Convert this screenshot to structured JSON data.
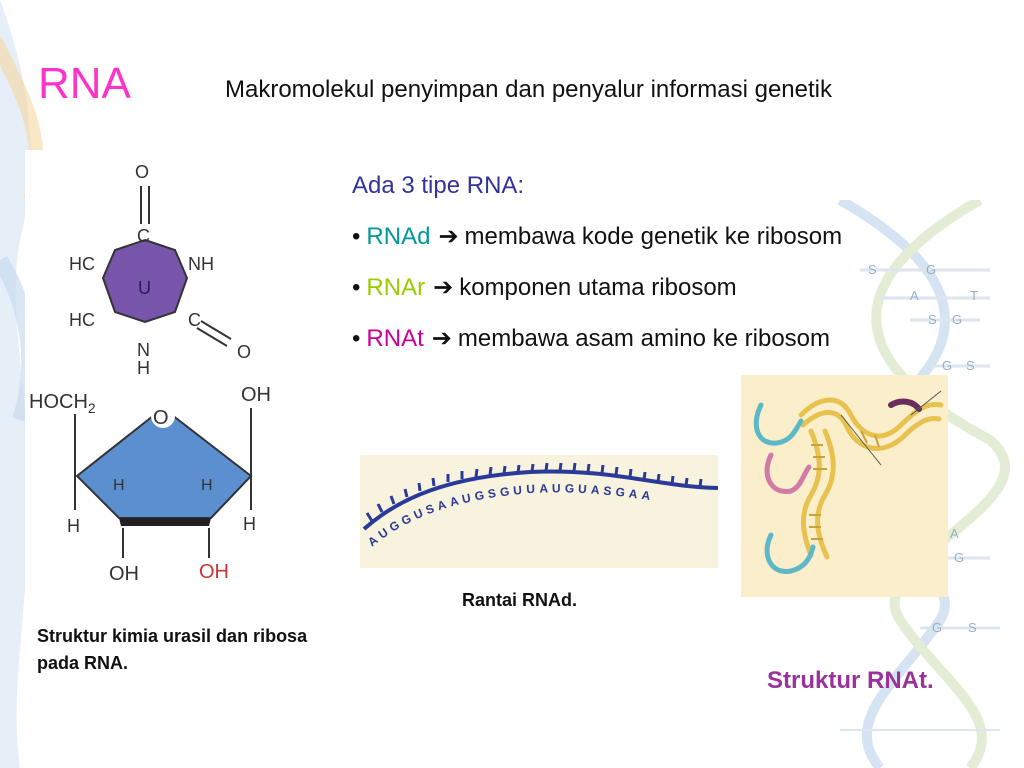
{
  "slide": {
    "title": "RNA",
    "subtitle": "Makromolekul penyimpan dan penyalur informasi genetik",
    "intro": "Ada 3 tipe RNA:",
    "bullets": [
      {
        "term": "RNAd",
        "text": "membawa kode genetik ke ribosom"
      },
      {
        "term": "RNAr",
        "text": "komponen utama ribosom"
      },
      {
        "term": "RNAt",
        "text": "membawa asam amino ke ribosom"
      }
    ]
  },
  "figures": {
    "uracil_ribose": {
      "caption": "Struktur kimia urasil dan ribosa pada RNA.",
      "atoms": {
        "o_top": "O",
        "c_top": "C",
        "hc_upper": "HC",
        "nh": "NH",
        "u": "U",
        "hc_lower": "HC",
        "c_right": "C",
        "o_right": "O",
        "n_bottom": "N",
        "h_bottom": "H",
        "hoch2": "HOCH",
        "hoch2_sub": "2",
        "o_ring": "O",
        "oh_top": "OH",
        "h_left": "H",
        "h_right": "H",
        "h_in_left": "H",
        "h_in_right": "H",
        "oh_bottom_left": "OH",
        "oh_bottom_right": "OH"
      }
    },
    "rnad": {
      "caption": "Rantai RNAd.",
      "sequence": "AUGGUSAAUGSGUUAUGUASGAA"
    },
    "rnat": {
      "caption": "Struktur RNAt."
    }
  },
  "background": {
    "dna_letters": [
      "S",
      "G",
      "A",
      "T",
      "S",
      "G",
      "G",
      "S",
      "A",
      "G",
      "G",
      "S"
    ]
  },
  "colors": {
    "title": "#ff33cc",
    "intro": "#333399",
    "rnad_term": "#009999",
    "rnar_term": "#99cc00",
    "rnat_term": "#cc0099",
    "rnat_caption": "#993399",
    "uracil_fill": "#7755aa",
    "ribose_fill": "#5b8fd0",
    "oh_red": "#cc3333",
    "rnad_strand": "#2a3a99",
    "rnat_panel": "#fbeecb"
  }
}
